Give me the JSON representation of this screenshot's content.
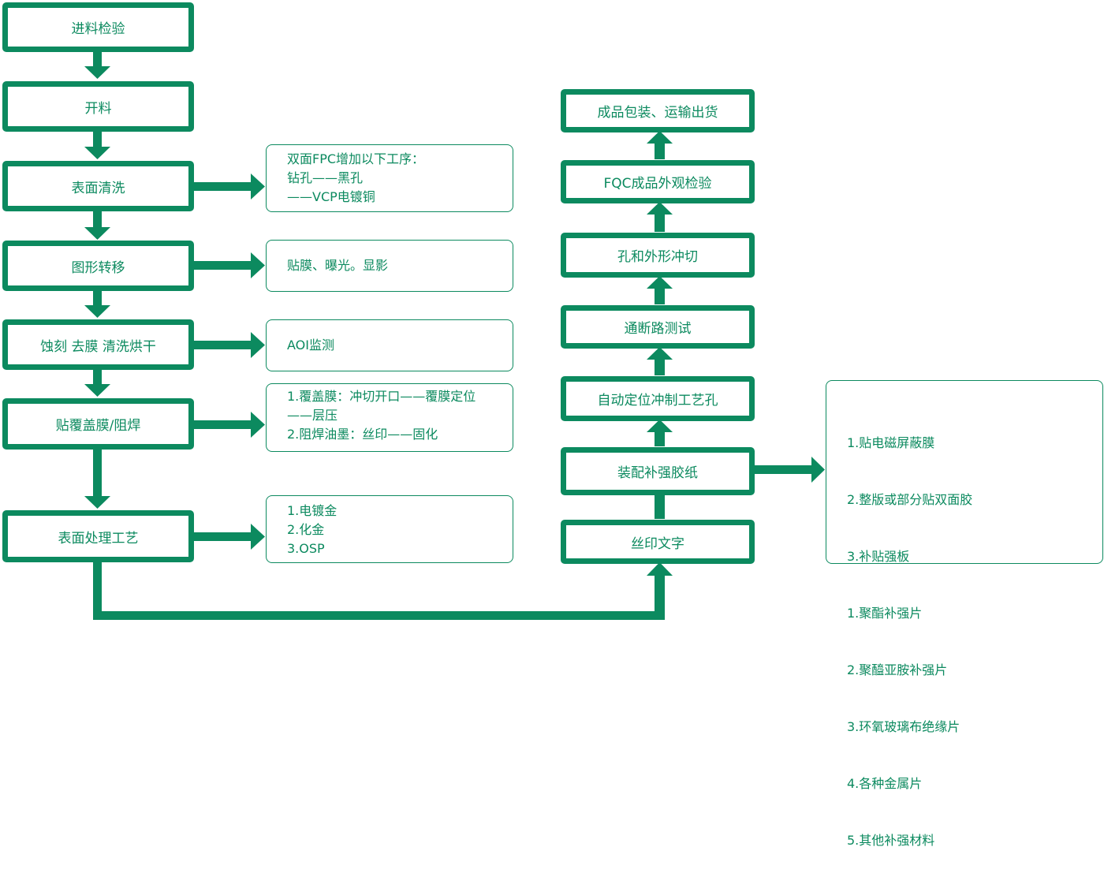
{
  "colors": {
    "accent": "#0c8a5f"
  },
  "left_steps": [
    "进料检验",
    "开料",
    "表面清洗",
    "图形转移",
    "蚀刻 去膜 清洗烘干",
    "贴覆盖膜/阻焊",
    "表面处理工艺"
  ],
  "right_steps": [
    "成品包装、运输出货",
    "FQC成品外观检验",
    "孔和外形冲切",
    "通断路测试",
    "自动定位冲制工艺孔",
    "装配补强胶纸",
    "丝印文字"
  ],
  "notes": {
    "cleaning": [
      "双面FPC增加以下工序：",
      "钻孔——黑孔",
      "——VCP电镀铜"
    ],
    "pattern": [
      "贴膜、曝光。显影"
    ],
    "etch": [
      "AOI监测"
    ],
    "coverlay": [
      "1.覆盖膜：冲切开口——覆膜定位",
      "——层压",
      "2.阻焊油墨：丝印——固化"
    ],
    "surface": [
      "1.电镀金",
      "2.化金",
      "3.OSP"
    ],
    "stiffener": [
      "1.贴电磁屏蔽膜",
      "2.整版或部分贴双面胶",
      "3.补贴强板",
      " 1.聚酯补强片",
      " 2.聚醯亚胺补强片",
      " 3.环氧玻璃布绝缘片",
      " 4.各种金属片",
      " 5.其他补强材料"
    ]
  }
}
